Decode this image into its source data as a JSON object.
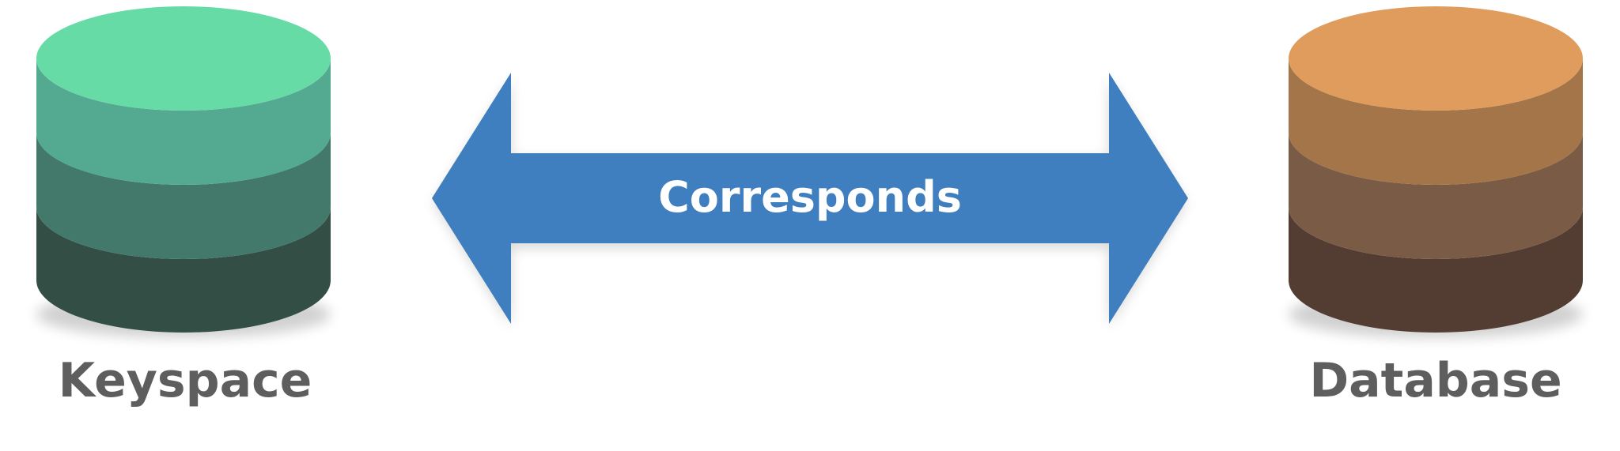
{
  "left_store": {
    "label": "Keyspace",
    "colors": [
      "#67dba6",
      "#53aa91",
      "#42796a",
      "#334f45"
    ]
  },
  "right_store": {
    "label": "Database",
    "colors": [
      "#e09c5c",
      "#a37548",
      "#7a5b46",
      "#533d33"
    ]
  },
  "relation": {
    "label": "Corresponds",
    "color": "#3f7fbf",
    "text_color": "#ffffff"
  },
  "label_color": "#5e5e5e"
}
